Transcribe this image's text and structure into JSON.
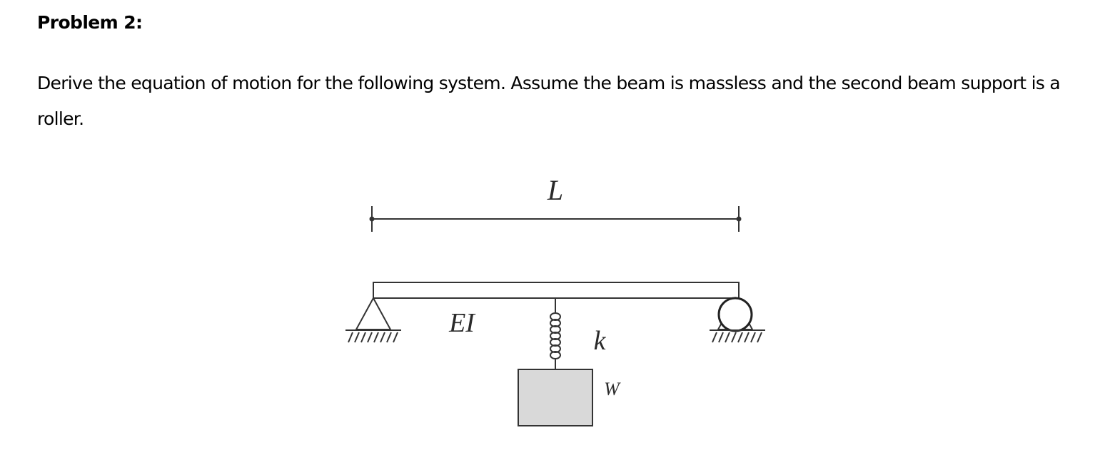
{
  "heading": "Problem 2:",
  "body": "Derive the equation of motion for the following system.  Assume the beam is massless and the second beam support is a roller.",
  "diagram": {
    "length_label": "L",
    "stiffness_label": "EI",
    "spring_label": "k",
    "weight_label": "W"
  },
  "colors": {
    "text": "#000000",
    "line": "#333333",
    "mass_fill": "#d9d9d9"
  }
}
